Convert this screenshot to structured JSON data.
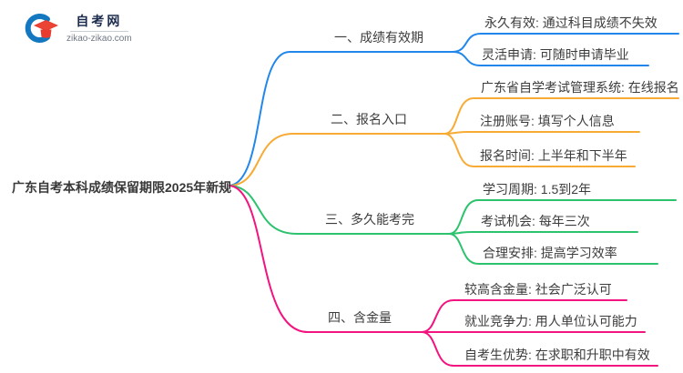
{
  "logo": {
    "brand": "自考网",
    "domain": "zikao-zikao.com",
    "icon": "graduation-cap-with-blue-crescent",
    "brand_color": "#1c2b4d",
    "cap_color": "#e63b2e",
    "crescent_color": "#1478c0"
  },
  "root": {
    "title": "广东自考本科成绩保留期限2025年新规"
  },
  "colors": {
    "text": "#3c3c3c",
    "branch1": "#2287ea",
    "branch2": "#f7ab35",
    "branch3": "#2dc26e",
    "branch4": "#f2147f"
  },
  "branches": [
    {
      "label": "一、成绩有效期",
      "color": "#2287ea",
      "leaves": [
        "永久有效: 通过科目成绩不失效",
        "灵活申请: 可随时申请毕业"
      ]
    },
    {
      "label": "二、报名入口",
      "color": "#f7ab35",
      "leaves": [
        "广东省自学考试管理系统: 在线报名",
        "注册账号: 填写个人信息",
        "报名时间: 上半年和下半年"
      ]
    },
    {
      "label": "三、多久能考完",
      "color": "#2dc26e",
      "leaves": [
        "学习周期: 1.5到2年",
        "考试机会: 每年三次",
        "合理安排: 提高学习效率"
      ]
    },
    {
      "label": "四、含金量",
      "color": "#f2147f",
      "leaves": [
        "较高含金量: 社会广泛认可",
        "就业竞争力: 用人单位认可能力",
        "自考生优势: 在求职和升职中有效"
      ]
    }
  ]
}
